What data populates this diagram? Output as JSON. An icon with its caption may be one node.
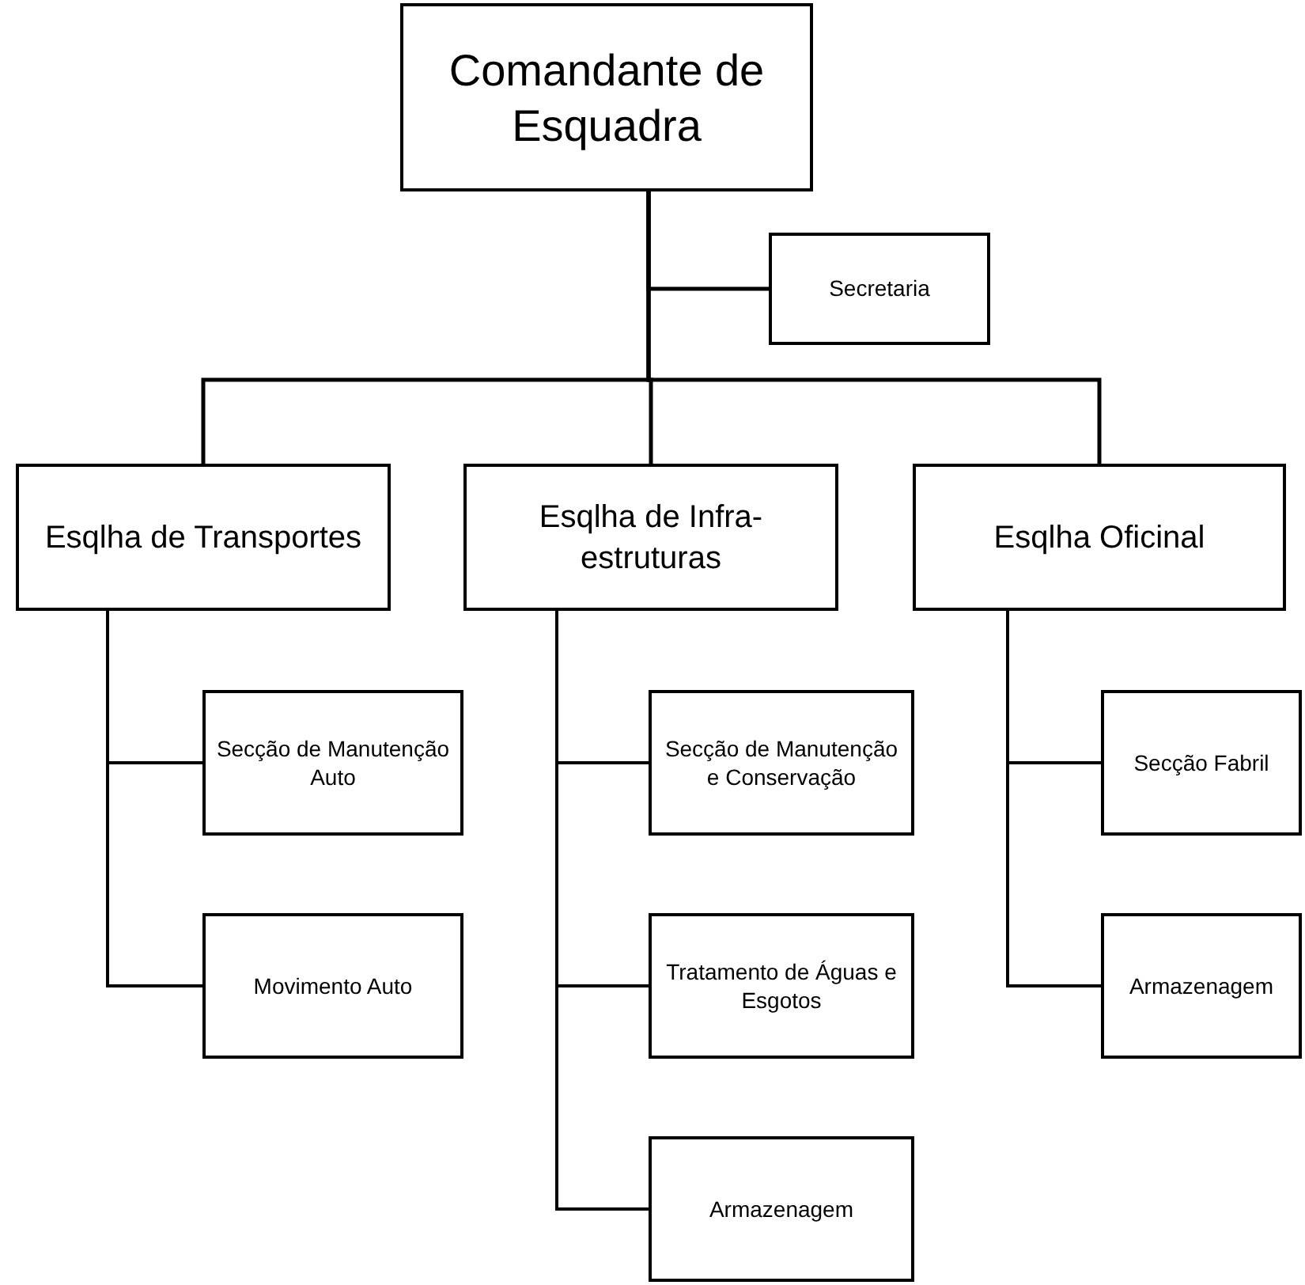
{
  "diagram": {
    "nodes": [
      {
        "text": [
          "Comandante de Esquadra"
        ]
      },
      {
        "text": [
          "Secretaria"
        ]
      },
      {
        "text": [
          "Esqlha de Transportes"
        ]
      },
      {
        "text": [
          "Esqlha de Infra-estruturas"
        ]
      },
      {
        "text": [
          "Esqlha Oficinal"
        ]
      },
      {
        "text": [
          "Secção de Manutenção Auto"
        ]
      },
      {
        "text": [
          "Movimento Auto"
        ]
      },
      {
        "text": [
          "Secção de Manutenção e Conservação"
        ]
      },
      {
        "text": [
          "Tratamento de Águas e Esgotos"
        ]
      },
      {
        "text": [
          "Armazenagem"
        ]
      },
      {
        "text": [
          "Secção Fabril"
        ]
      },
      {
        "text": [
          "Armazenagem"
        ]
      }
    ],
    "edges": [
      {
        "from": 0,
        "to": 1,
        "arrow": "none"
      },
      {
        "from": 0,
        "to": 2,
        "arrow": "none"
      },
      {
        "from": 0,
        "to": 3,
        "arrow": "none"
      },
      {
        "from": 0,
        "to": 4,
        "arrow": "none"
      },
      {
        "from": 2,
        "to": 5,
        "arrow": "none"
      },
      {
        "from": 2,
        "to": 6,
        "arrow": "none"
      },
      {
        "from": 3,
        "to": 7,
        "arrow": "none"
      },
      {
        "from": 3,
        "to": 8,
        "arrow": "none"
      },
      {
        "from": 3,
        "to": 9,
        "arrow": "none"
      },
      {
        "from": 4,
        "to": 10,
        "arrow": "none"
      },
      {
        "from": 4,
        "to": 11,
        "arrow": "none"
      }
    ]
  }
}
